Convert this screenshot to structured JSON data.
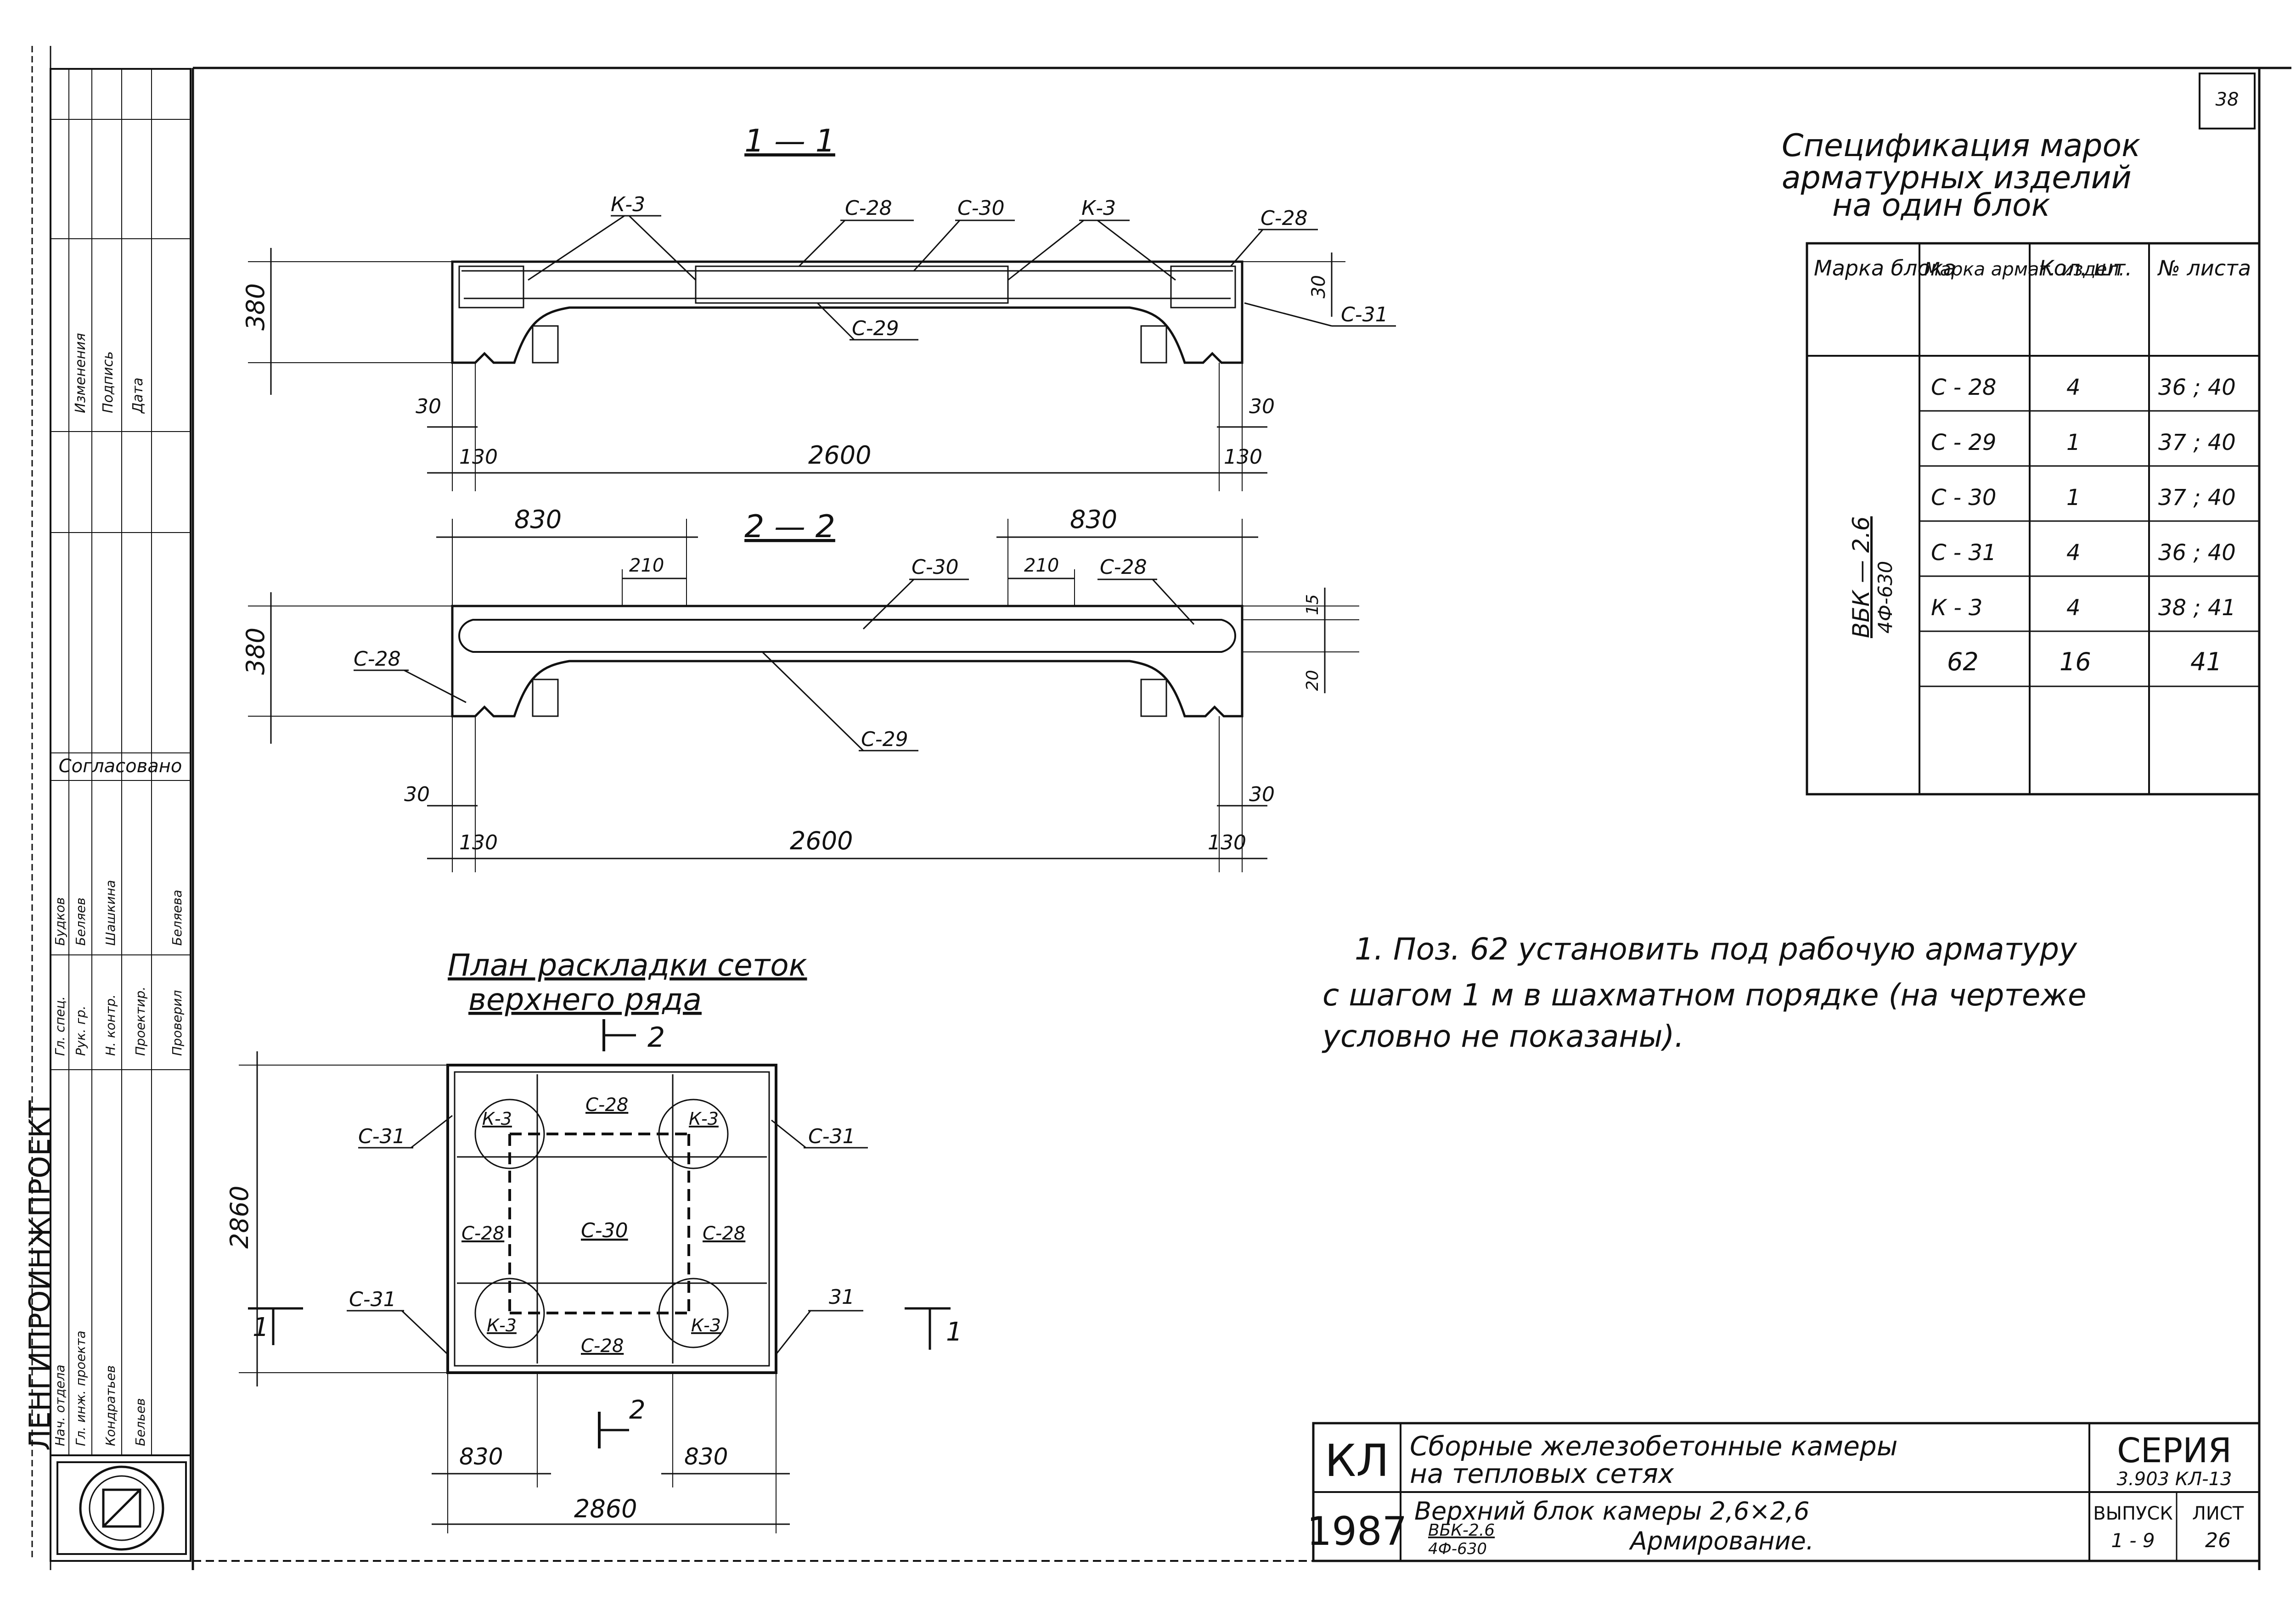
{
  "sheet": {
    "page_no": "38"
  },
  "title_block": {
    "org": "ЛЕНГИПРОИНЖПРОЕКТ",
    "code": "КЛ",
    "year": "1987",
    "title_line1": "Сборные железобетонные камеры",
    "title_line2": "на тепловых сетях",
    "subtitle": "Верхний блок камеры 2,6×2,6",
    "mark_top": "ВБК-2.6",
    "mark_bottom": "4Ф-630",
    "subtitle_end": "Армирование.",
    "series_label": "СЕРИЯ",
    "series_value": "3.903 КЛ-13",
    "issue_label": "ВЫПУСК",
    "issue_value": "1 - 9",
    "sheet_label": "ЛИСТ",
    "sheet_value": "26"
  },
  "left_stamp": {
    "approved": "Согласовано",
    "rows": [
      "Нач. отдела",
      "Гл. инж. проекта",
      "Гл. спец.",
      "Рук. гр.",
      "Н. контр.",
      "Проектир.",
      "Проверил"
    ],
    "names": [
      "Кондратьев",
      "Бельев",
      "Будков",
      "Беляев",
      "Шашкина",
      "Беляева"
    ],
    "change_cols": [
      "Изменения",
      "Подпись",
      "Дата"
    ]
  },
  "section_1_1": {
    "title": "1 — 1",
    "labels": [
      "К-3",
      "С-28",
      "С-30",
      "К-3",
      "С-28",
      "С-29",
      "С-31"
    ],
    "dims": {
      "height": "380",
      "cover": "30",
      "left_edge": "30",
      "right_edge": "30",
      "left_off": "130",
      "right_off": "130",
      "length": "2600"
    }
  },
  "section_2_2": {
    "title": "2 — 2",
    "labels": [
      "С-30",
      "С-28",
      "С-28",
      "С-29"
    ],
    "dims": {
      "height": "380",
      "left_w": "830",
      "right_w": "830",
      "gap1": "210",
      "gap2": "210",
      "top": "15",
      "bot": "20",
      "left_edge": "30",
      "right_edge": "30",
      "left_off": "130",
      "right_off": "130",
      "length": "2600"
    }
  },
  "plan": {
    "title_line1": "План раскладки сеток",
    "title_line2": "верхнего ряда",
    "cut2_top": "2",
    "cut2_bottom": "2",
    "cut1_left": "1",
    "cut1_right": "1",
    "cells": {
      "top": "С-28",
      "bottom": "С-28",
      "left": "С-28",
      "right": "С-28",
      "center": "С-30"
    },
    "corners": [
      "К-3",
      "К-3",
      "К-3",
      "К-3"
    ],
    "callouts": {
      "tl": "С-31",
      "tr": "С-31",
      "bl": "С-31",
      "br": "31"
    },
    "dims": {
      "side": "2860",
      "left_w": "830",
      "right_w": "830",
      "total": "2860"
    }
  },
  "spec": {
    "title_line1": "Спецификация марок",
    "title_line2": "арматурных изделий",
    "title_line3": "на один блок",
    "headers": [
      "Марка блока",
      "Марка армат. издел.",
      "Кол. шт.",
      "№ листа"
    ],
    "block_top": "ВБК — 2.6",
    "block_bottom": "4Ф-630",
    "rows": [
      [
        "С - 28",
        "4",
        "36 ; 40"
      ],
      [
        "С - 29",
        "1",
        "37 ; 40"
      ],
      [
        "С - 30",
        "1",
        "37 ; 40"
      ],
      [
        "С - 31",
        "4",
        "36 ; 40"
      ],
      [
        "К - 3",
        "4",
        "38 ; 41"
      ],
      [
        "62",
        "16",
        "41"
      ]
    ]
  },
  "note": {
    "line1": "1. Поз. 62  установить под рабочую арматуру",
    "line2": "с шагом  1 м в шахматном порядке (на чертеже",
    "line3": "условно не показаны)."
  }
}
